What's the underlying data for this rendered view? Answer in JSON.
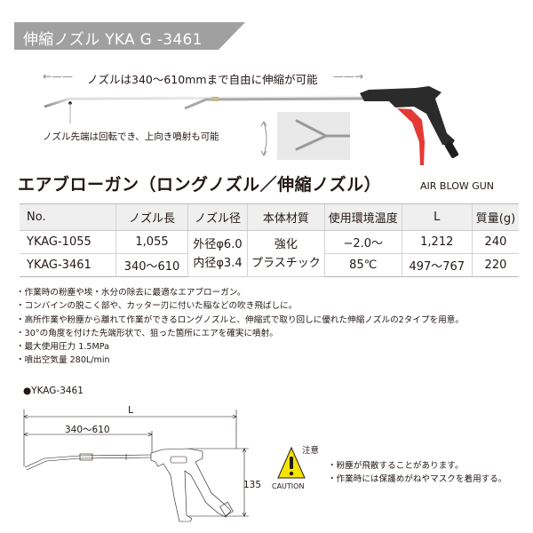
{
  "banner": {
    "title": "伸縮ノズル YKA G -3461",
    "color": "#a0a0a0"
  },
  "hero": {
    "extend_caption": "ノズルは340〜610mmまで自由に伸縮が可能",
    "arrow_left": "←——",
    "arrow_right": "——→",
    "tip_caption": "ノズル先端は回転でき、上向き噴射も可能",
    "trigger_color": "#e53935",
    "body_color": "#2b2b2b"
  },
  "heading": {
    "title": "エアブローガン（ロングノズル／伸縮ノズル）",
    "subtitle": "AIR BLOW GUN"
  },
  "table": {
    "headers": [
      "No.",
      "ノズル長",
      "ノズル径",
      "本体材質",
      "使用環境温度",
      "L",
      "質量(g)"
    ],
    "rows": [
      {
        "no": "YKAG-1055",
        "nozzle_length": "1,055",
        "L": "1,212",
        "mass": "240"
      },
      {
        "no": "YKAG-3461",
        "nozzle_length": "340〜610",
        "L": "497〜767",
        "mass": "220"
      }
    ],
    "shared": {
      "diameter_outer": "外径φ6.0",
      "diameter_inner": "内径φ3.4",
      "material_line1": "強化",
      "material_line2": "プラスチック",
      "temp_line1": "−2.0〜",
      "temp_line2": "85℃"
    }
  },
  "features": [
    "作業時の粉塵や埃・水分の除去に最適なエアブローガン。",
    "コンバインの脱こく部や、カッター刃に付いた稲などの吹き飛ばしに。",
    "高所作業や粉塵から離れて作業ができるロングノズルと、伸縮式で取り回しに優れた伸縮ノズルの2タイプを用意。",
    "30°の角度を付けた先端形状で、狙った箇所にエアを確実に噴射。",
    "最大使用圧力 1.5MPa",
    "噴出空気量 280L/min"
  ],
  "diagram": {
    "label": "●YKAG-3461",
    "dim_L": "L",
    "dim_nozzle": "340〜610",
    "dim_height": "135"
  },
  "caution": {
    "title": "注意",
    "label": "CAUTION",
    "icon_color": "#f5e400",
    "notes": [
      "粉塵が飛散することがあります。",
      "作業時には保護めがねやマスクを着用する。"
    ]
  }
}
